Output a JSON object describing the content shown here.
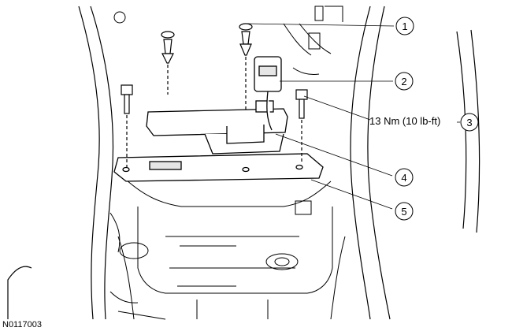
{
  "figure": {
    "id": "N0117003",
    "callouts": [
      {
        "number": "1",
        "label": ""
      },
      {
        "number": "2",
        "label": ""
      },
      {
        "number": "3",
        "label": "13 Nm (10 lb-ft)"
      },
      {
        "number": "4",
        "label": ""
      },
      {
        "number": "5",
        "label": ""
      }
    ]
  },
  "colors": {
    "line": "#000000",
    "background": "#ffffff",
    "shade": "#e6e6e6"
  }
}
